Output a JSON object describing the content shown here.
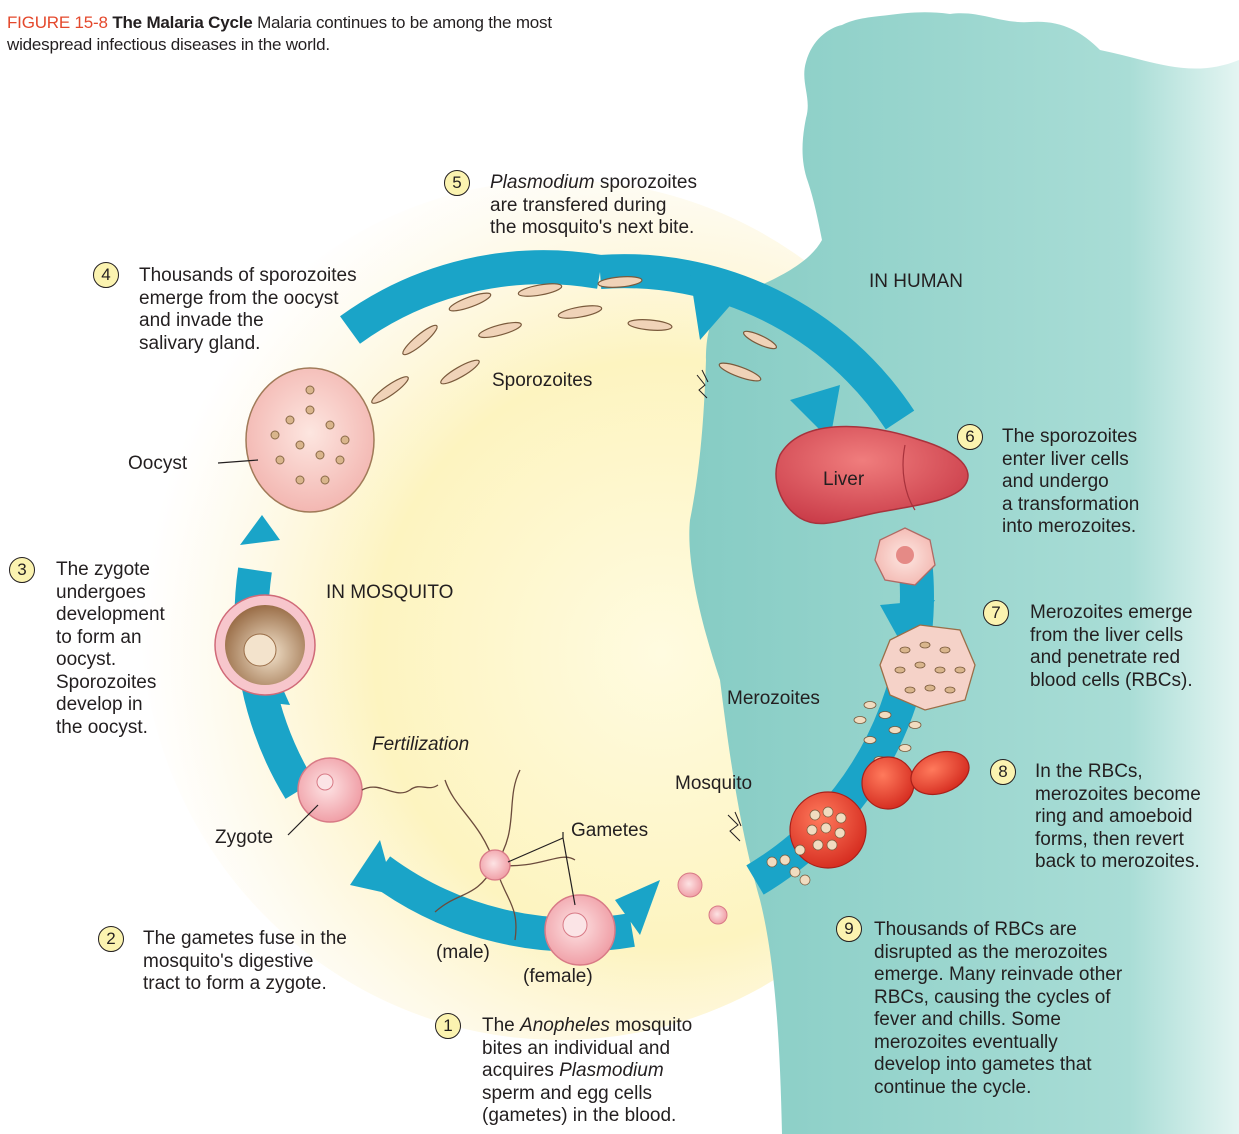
{
  "caption": {
    "figure_number": "FIGURE 15-8",
    "title": "The Malaria Cycle",
    "text_line1": "Malaria continues to be among the most",
    "text_line2": "widespread infectious diseases in the world."
  },
  "regions": {
    "human": "IN HUMAN",
    "mosquito": "IN MOSQUITO"
  },
  "labels": {
    "sporozoites": "Sporozoites",
    "oocyst": "Oocyst",
    "liver": "Liver",
    "merozoites": "Merozoites",
    "mosquito": "Mosquito",
    "fertilization": "Fertilization",
    "zygote": "Zygote",
    "gametes": "Gametes",
    "male": "(male)",
    "female": "(female)"
  },
  "steps": [
    {
      "number": "1",
      "lines": [
        "The |Anopheles| mosquito",
        "bites an individual and",
        "acquires |Plasmodium|",
        "sperm and egg cells",
        "(gametes) in the blood."
      ]
    },
    {
      "number": "2",
      "lines": [
        "The gametes fuse in the",
        "mosquito's digestive",
        "tract to form a zygote."
      ]
    },
    {
      "number": "3",
      "lines": [
        "The zygote",
        "undergoes",
        "development",
        "to form an",
        "oocyst.",
        "Sporozoites",
        "develop in",
        "the oocyst."
      ]
    },
    {
      "number": "4",
      "lines": [
        "Thousands of sporozoites",
        "emerge from the oocyst",
        "and invade the",
        "salivary gland."
      ]
    },
    {
      "number": "5",
      "lines": [
        "|Plasmodium| sporozoites",
        "are transfered during",
        "the mosquito's next bite."
      ]
    },
    {
      "number": "6",
      "lines": [
        "The sporozoites",
        "enter liver cells",
        "and undergo",
        "a transformation",
        "into merozoites."
      ]
    },
    {
      "number": "7",
      "lines": [
        "Merozoites emerge",
        "from the liver cells",
        "and penetrate red",
        "blood cells (RBCs)."
      ]
    },
    {
      "number": "8",
      "lines": [
        "In the RBCs,",
        "merozoites become",
        "ring and amoeboid",
        "forms, then revert",
        "back to merozoites."
      ]
    },
    {
      "number": "9",
      "lines": [
        "Thousands of RBCs are",
        "disrupted as the merozoites",
        "emerge. Many reinvade other",
        "RBCs, causing the cycles of",
        "fever and chills. Some",
        "merozoites eventually",
        "develop into gametes that",
        "continue the cycle."
      ]
    }
  ],
  "colors": {
    "caption_accent": "#e4482c",
    "cycle_arrow": "#1aa4c8",
    "human_silhouette": "#8fd0c8",
    "mosquito_glow": "#fdf6bf",
    "step_badge": "#fbf3b0",
    "liver": "#d8505a",
    "red_blood_cell": "#e03a2c",
    "gamete_cell": "#f6c4c8"
  }
}
